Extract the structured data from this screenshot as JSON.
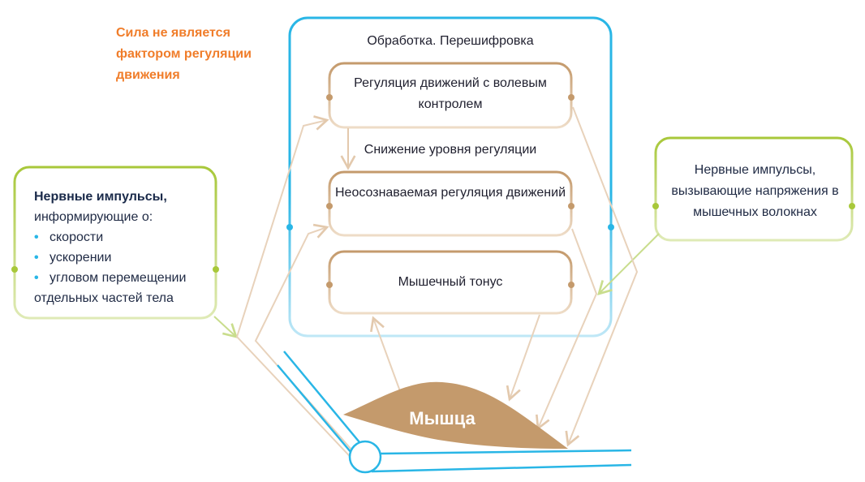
{
  "note": "Сила не является фактором регуляции движения",
  "processing": {
    "title": "Обработка. Перешифровка",
    "voluntary": "Регуляция движений с волевым контролем",
    "lowering": "Снижение уровня регуляции",
    "unconscious": "Неосознаваемая регуляция движений",
    "tone": "Мышечный тонус"
  },
  "left_panel": {
    "title": "Нервные импульсы,",
    "subtitle": "информирующие о:",
    "items": [
      "скорости",
      "ускорении",
      "угловом перемещении"
    ],
    "tail": "отдельных частей тела"
  },
  "right_panel": {
    "text": "Нервные импульсы, вызывающие напряжения в мышечных волокнах"
  },
  "muscle": "Мышца",
  "colors": {
    "blue": "#29b6e6",
    "green": "#a8c83a",
    "tan": "#c49a6c",
    "arrow": "#e8d2bb",
    "orange": "#f07d2a",
    "muscle": "#c49a6c"
  }
}
